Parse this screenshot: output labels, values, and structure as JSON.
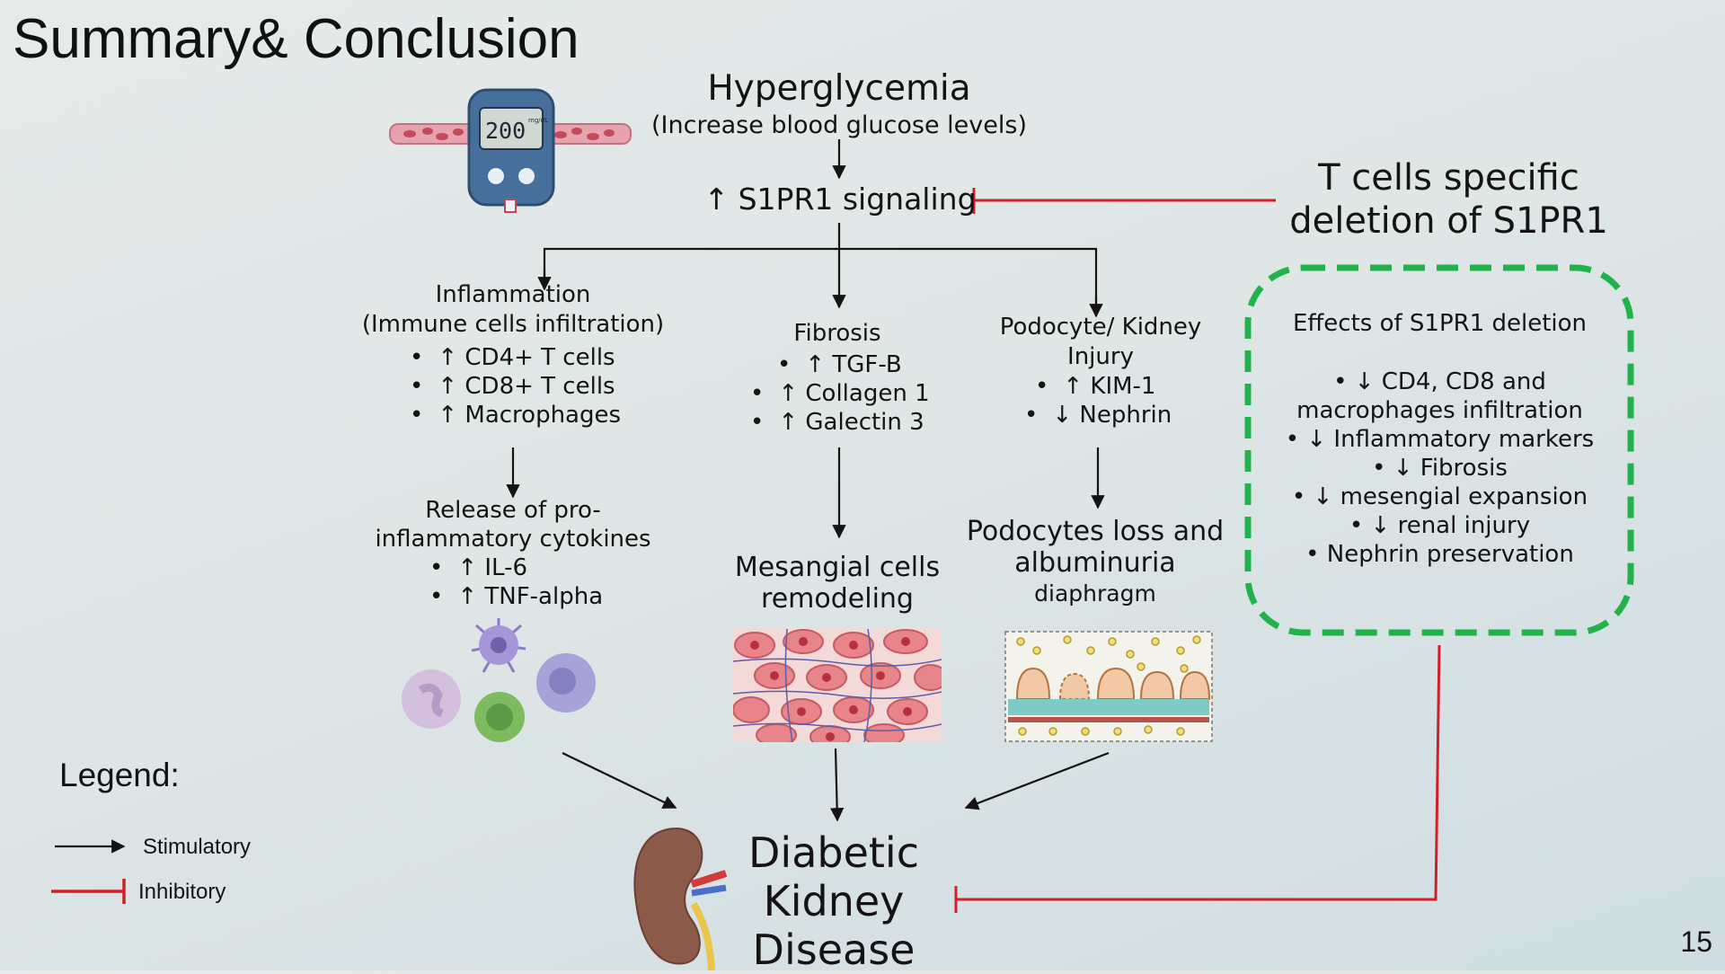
{
  "slide": {
    "title": "Summary& Conclusion",
    "number": "15"
  },
  "glucometer_reading": "200",
  "glucometer_unit": "mg/dL",
  "top": {
    "title": "Hyperglycemia",
    "subtitle": "(Increase blood glucose levels)",
    "signal": "↑ S1PR1 signaling"
  },
  "intervention": {
    "line1": "T cells specific",
    "line2": "deletion of S1PR1"
  },
  "inflammation": {
    "title1": "Inflammation",
    "title2": "(Immune cells infiltration)",
    "items": [
      "↑ CD4+ T cells",
      "↑ CD8+ T cells",
      "↑ Macrophages"
    ],
    "release1": "Release of pro-",
    "release2": "inflammatory cytokines",
    "cytokines": [
      "↑ IL-6",
      "↑ TNF-alpha"
    ]
  },
  "fibrosis": {
    "title": "Fibrosis",
    "items": [
      "↑ TGF-B",
      "↑ Collagen 1",
      "↑ Galectin 3"
    ],
    "out1": "Mesangial cells",
    "out2": "remodeling"
  },
  "podocyte": {
    "title1": "Podocyte/ Kidney",
    "title2": "Injury",
    "items": [
      "↑ KIM-1",
      "↓ Nephrin"
    ],
    "out1": "Podocytes loss and",
    "out2": "albuminuria",
    "out3": "diaphragm"
  },
  "effects": {
    "title": "Effects of S1PR1 deletion",
    "items": [
      "↓ CD4, CD8 and",
      "macrophages infiltration",
      "↓ Inflammatory markers",
      "↓ Fibrosis",
      "↓ mesengial expansion",
      "↓ renal injury",
      "Nephrin preservation"
    ]
  },
  "outcome": {
    "line1": "Diabetic",
    "line2": "Kidney",
    "line3": "Disease"
  },
  "legend": {
    "title": "Legend:",
    "stimulatory": "Stimulatory",
    "inhibitory": "Inhibitory"
  },
  "colors": {
    "inhibit": "#d11f2a",
    "dashed_box": "#22b24c",
    "arrow": "#141414"
  }
}
